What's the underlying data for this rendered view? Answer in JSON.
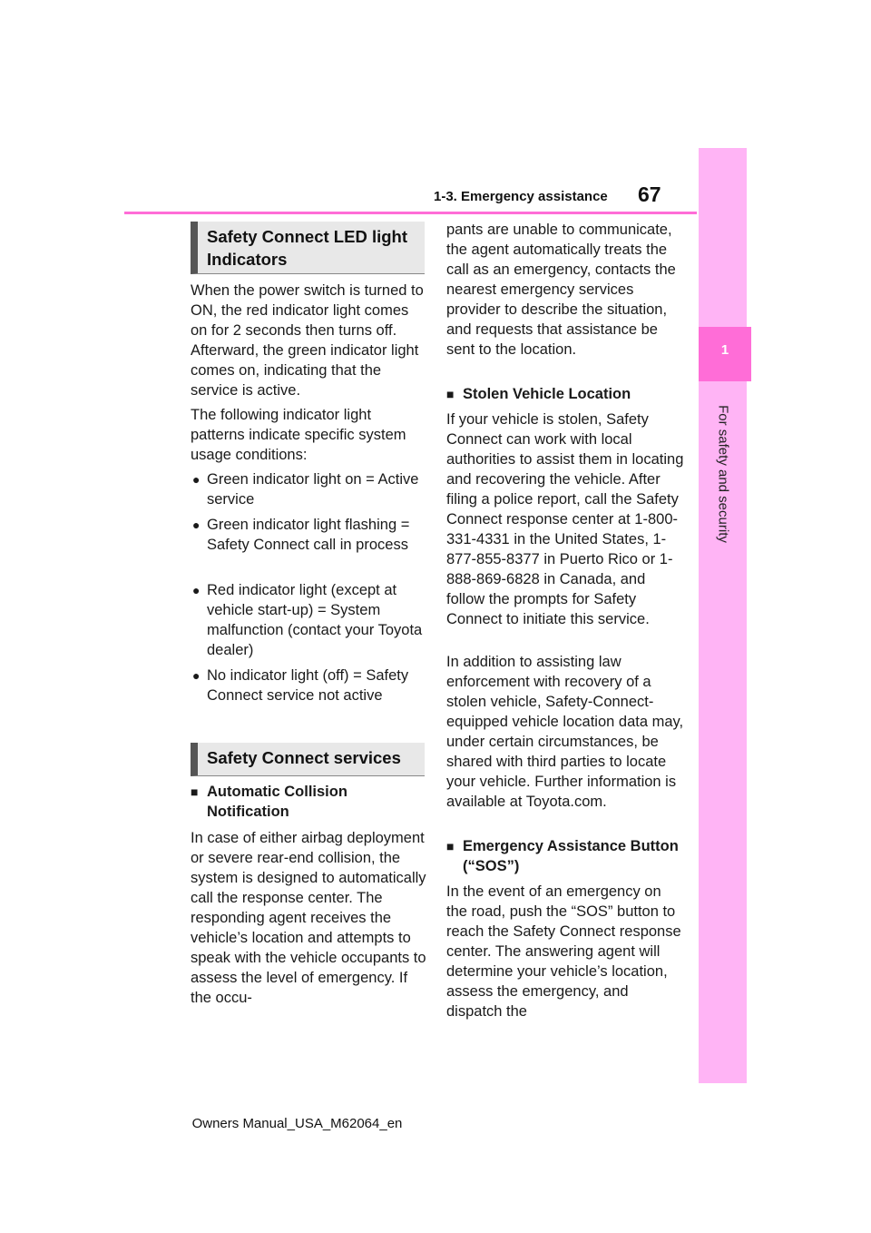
{
  "header": {
    "section_title": "1-3. Emergency assistance",
    "page_number": "67"
  },
  "side_tab": {
    "chapter_number": "1",
    "chapter_label": "For safety and security"
  },
  "left_column": {
    "heading_led": "Safety Connect LED light Indicators",
    "para_power": "When the power switch is turned to ON, the red indicator light comes on for 2 seconds then turns off. Afterward, the green indicator light comes on, indicating that the service is active.",
    "para_patterns": "The following indicator light patterns indicate specific system usage conditions:",
    "bullets": [
      "Green indicator light on = Active service",
      "Green indicator light flashing = Safety Connect call in process",
      "Red indicator light (except at vehicle start-up) = System malfunction (contact your Toyota dealer)",
      "No indicator light (off) = Safety Connect service not active"
    ],
    "heading_services": "Safety Connect services",
    "sub_acn": "Automatic Collision Notification",
    "para_acn": "In case of either airbag deployment or severe rear-end collision, the system is designed to automatically call the response center. The responding agent receives the vehicle’s location and attempts to speak with the vehicle occupants to assess the level of emergency. If the occu-"
  },
  "right_column": {
    "para_acn_cont": "pants are unable to communicate, the agent automatically treats the call as an emergency, contacts the nearest emergency services provider to describe the situation, and requests that assistance be sent to the location.",
    "sub_stolen": "Stolen Vehicle Location",
    "para_stolen": "If your vehicle is stolen, Safety Connect can work with local authorities to assist them in locating and recovering the vehicle. After filing a police report, call the Safety Connect response center at 1-800-331-4331 in the United States, 1-877-855-8377 in Puerto Rico or 1-888-869-6828 in Canada, and follow the prompts for Safety Connect to initiate this service.",
    "para_law": "In addition to assisting law enforcement with recovery of a stolen vehicle, Safety-Connect-equipped vehicle location data may, under certain circumstances, be shared with third parties to locate your vehicle. Further information is available at Toyota.com.",
    "sub_sos": "Emergency Assistance Button (“SOS”)",
    "para_sos": "In the event of an emergency on the road, push the “SOS” button to reach the Safety Connect response center. The answering agent will determine your vehicle’s location, assess the emergency, and dispatch the"
  },
  "footer": {
    "doc_id": "Owners Manual_USA_M62064_en"
  },
  "colors": {
    "accent_pink": "#ff6dd7",
    "tab_pink": "#ffb4f5"
  }
}
